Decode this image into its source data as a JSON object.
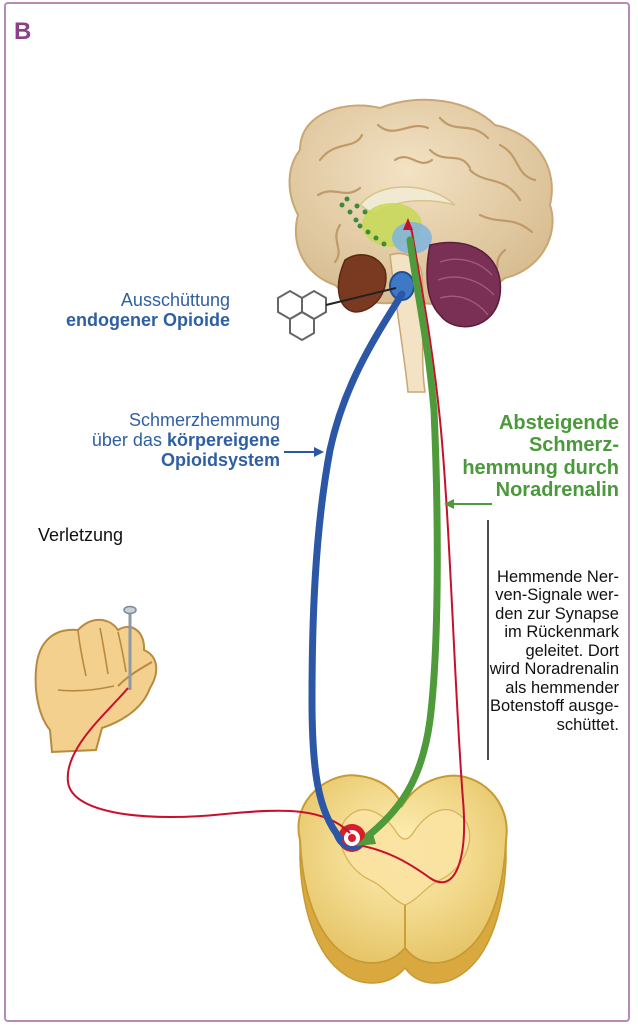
{
  "panel_letter": "B",
  "labels": {
    "opioid_release_line1": "Ausschüttung",
    "opioid_release_line2": "endogener Opioide",
    "opioid_system_line1": "Schmerzhemmung",
    "opioid_system_line2_prefix": "über das ",
    "opioid_system_line2_bold": "körpereigene",
    "opioid_system_line3": "Opioidsystem",
    "descending_line1": "Absteigende",
    "descending_line2": "Schmerz-",
    "descending_line3": "hemmung durch",
    "descending_line4": "Noradrenalin",
    "injury": "Verletzung",
    "inhibit_text": [
      "Hemmende Ner-",
      "ven-Signale wer-",
      "den zur Synapse",
      "im Rückenmark",
      "geleitet. Dort",
      "wird Noradrenalin",
      "als hemmender",
      "Botenstoff ausge-",
      "schüttet."
    ]
  },
  "colors": {
    "blue_pathway": "#2b57a6",
    "green_pathway": "#4f9a3a",
    "red_nerve": "#c8102e",
    "frame": "#b58ab8"
  }
}
